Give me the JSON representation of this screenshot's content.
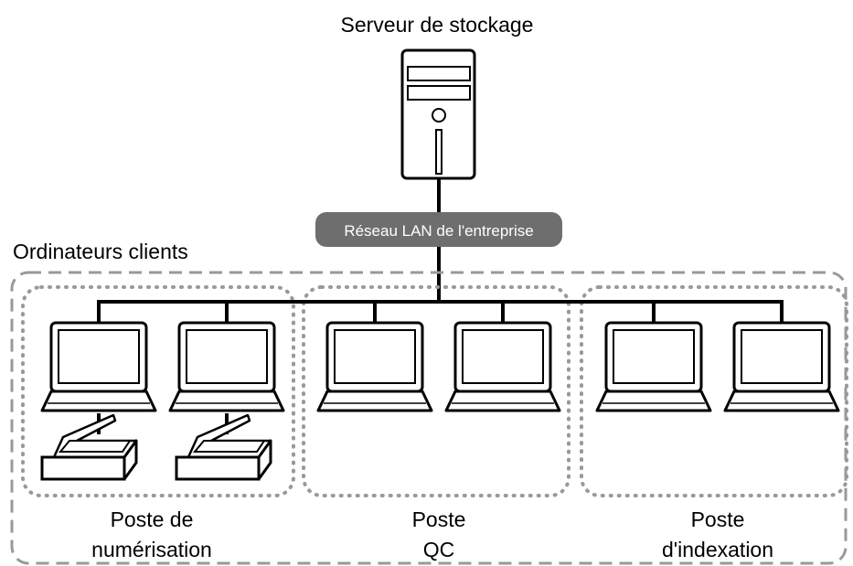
{
  "server": {
    "title": "Serveur de stockage",
    "icon": "server-tower-icon"
  },
  "network": {
    "label": "Réseau LAN de l'entreprise",
    "badge_color": "#6e6e6e"
  },
  "clients": {
    "title": "Ordinateurs clients"
  },
  "stations": [
    {
      "id": "numerisation",
      "label_line1": "Poste de",
      "label_line2": "numérisation",
      "laptops": 2,
      "scanners": 2
    },
    {
      "id": "qc",
      "label_line1": "Poste",
      "label_line2": "QC",
      "laptops": 2,
      "scanners": 0
    },
    {
      "id": "indexation",
      "label_line1": "Poste",
      "label_line2": "d'indexation",
      "laptops": 2,
      "scanners": 0
    }
  ],
  "icons": {
    "laptop": "laptop-icon",
    "scanner": "scanner-icon"
  }
}
